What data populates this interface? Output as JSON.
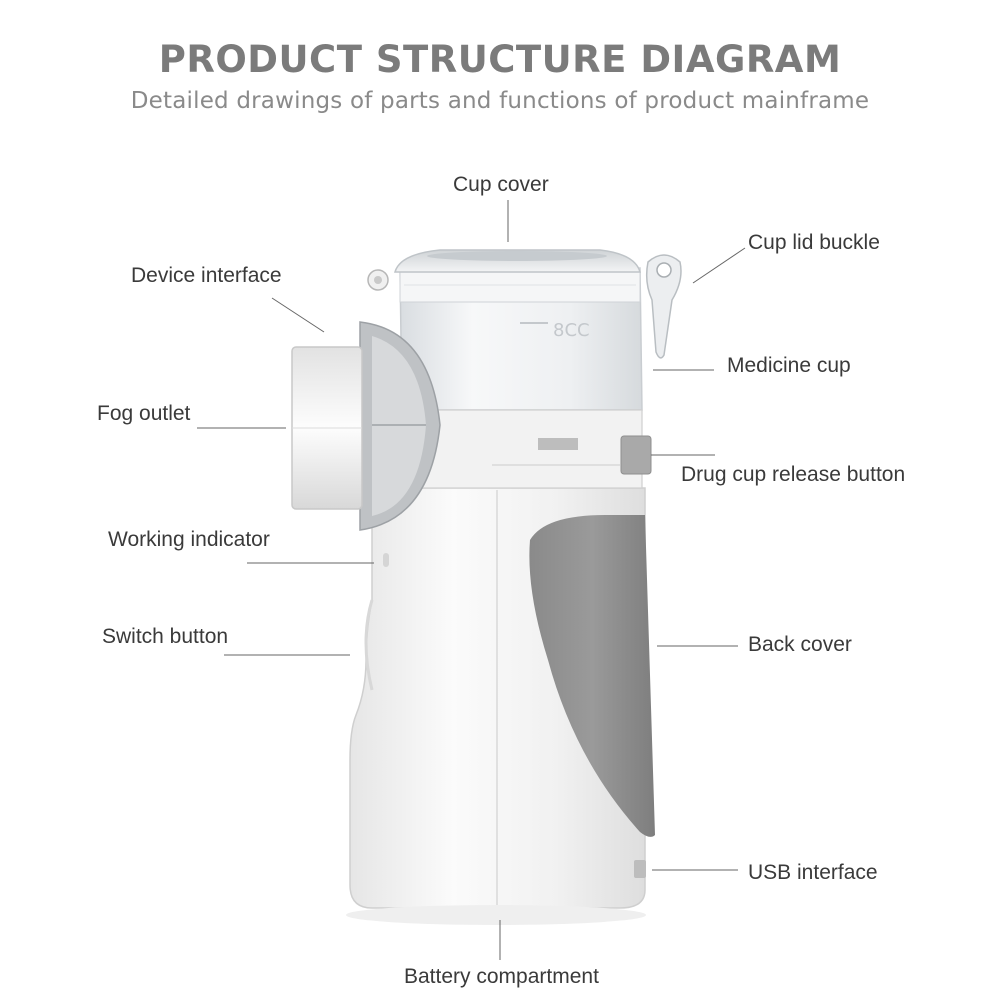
{
  "header": {
    "title": "PRODUCT STRUCTURE DIAGRAM",
    "subtitle": "Detailed drawings of parts and functions of product mainframe"
  },
  "labels": {
    "cup_cover": "Cup cover",
    "cup_lid_buckle": "Cup lid buckle",
    "device_interface": "Device interface",
    "medicine_cup": "Medicine cup",
    "fog_outlet": "Fog outlet",
    "drug_cup_release_button": "Drug cup release button",
    "working_indicator": "Working indicator",
    "switch_button": "Switch button",
    "back_cover": "Back cover",
    "usb_interface": "USB interface",
    "battery_compartment": "Battery compartment"
  },
  "cup_marking": "8CC",
  "colors": {
    "title": "#7b7b7b",
    "subtitle": "#8a8a8a",
    "label": "#3a3a3a",
    "leader_line": "#555555",
    "body_white": "#f4f4f4",
    "back_cover_gray": "#8f8f8f",
    "cup_clear": "#e9ecef"
  }
}
